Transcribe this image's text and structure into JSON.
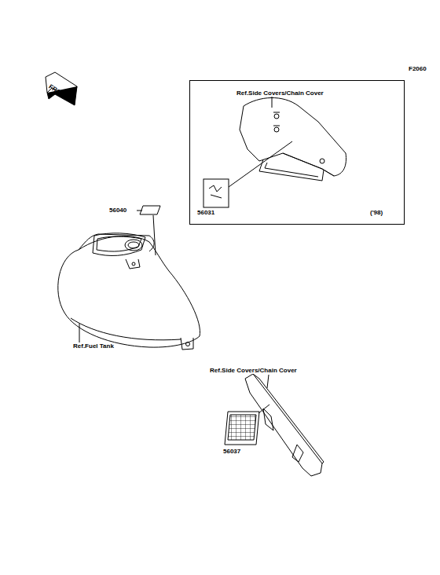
{
  "diagram": {
    "nodes": [
      {
        "text": [
          "Ref.Side Covers/Chain Cover",
          "56031",
          "('98)"
        ]
      }
    ],
    "labels": [
      "F2060",
      "FRONT",
      "56040",
      "Ref.Fuel Tank",
      "Ref.Side Covers/Chain Cover",
      "56037"
    ]
  }
}
